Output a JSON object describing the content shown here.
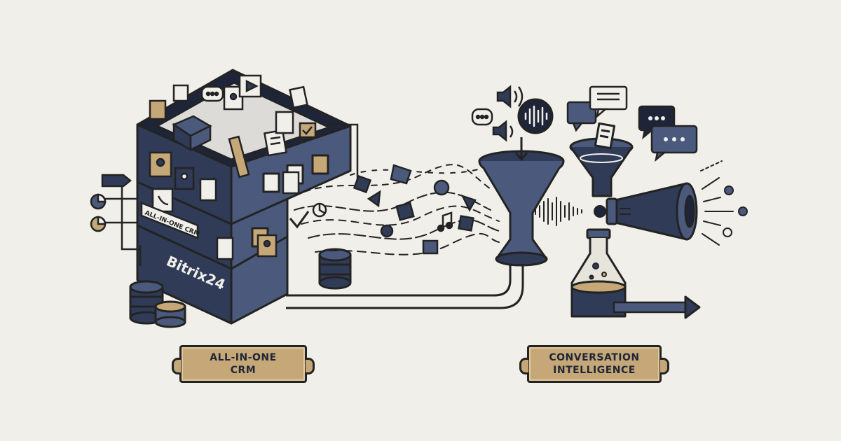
{
  "brand": {
    "logo_text": "Bitrix24"
  },
  "box_label": "ALL-IN-ONE CRM",
  "plaques": {
    "crm": {
      "line1": "ALL-IN-ONE",
      "line2": "CRM"
    },
    "ci": {
      "line1": "CONVERSATION",
      "line2": "INTELLIGENCE"
    }
  },
  "colors": {
    "background": "#f1efea",
    "navy": "#2f3b57",
    "slate": "#4b5a7c",
    "gold": "#c6a878",
    "ink": "#232323",
    "accent_blue": "#4f8fd6"
  },
  "icons": [
    "crm-box-icon",
    "document-icon",
    "user-card-icon",
    "phone-icon",
    "play-icon",
    "check-icon",
    "database-icon",
    "coins-icon",
    "funnel-icon",
    "speaker-icon",
    "voice-wave-icon",
    "chat-bubble-icon",
    "megaphone-icon",
    "flask-icon",
    "arrow-right-icon",
    "music-note-icon",
    "cube-icon",
    "pie-chart-icon"
  ]
}
